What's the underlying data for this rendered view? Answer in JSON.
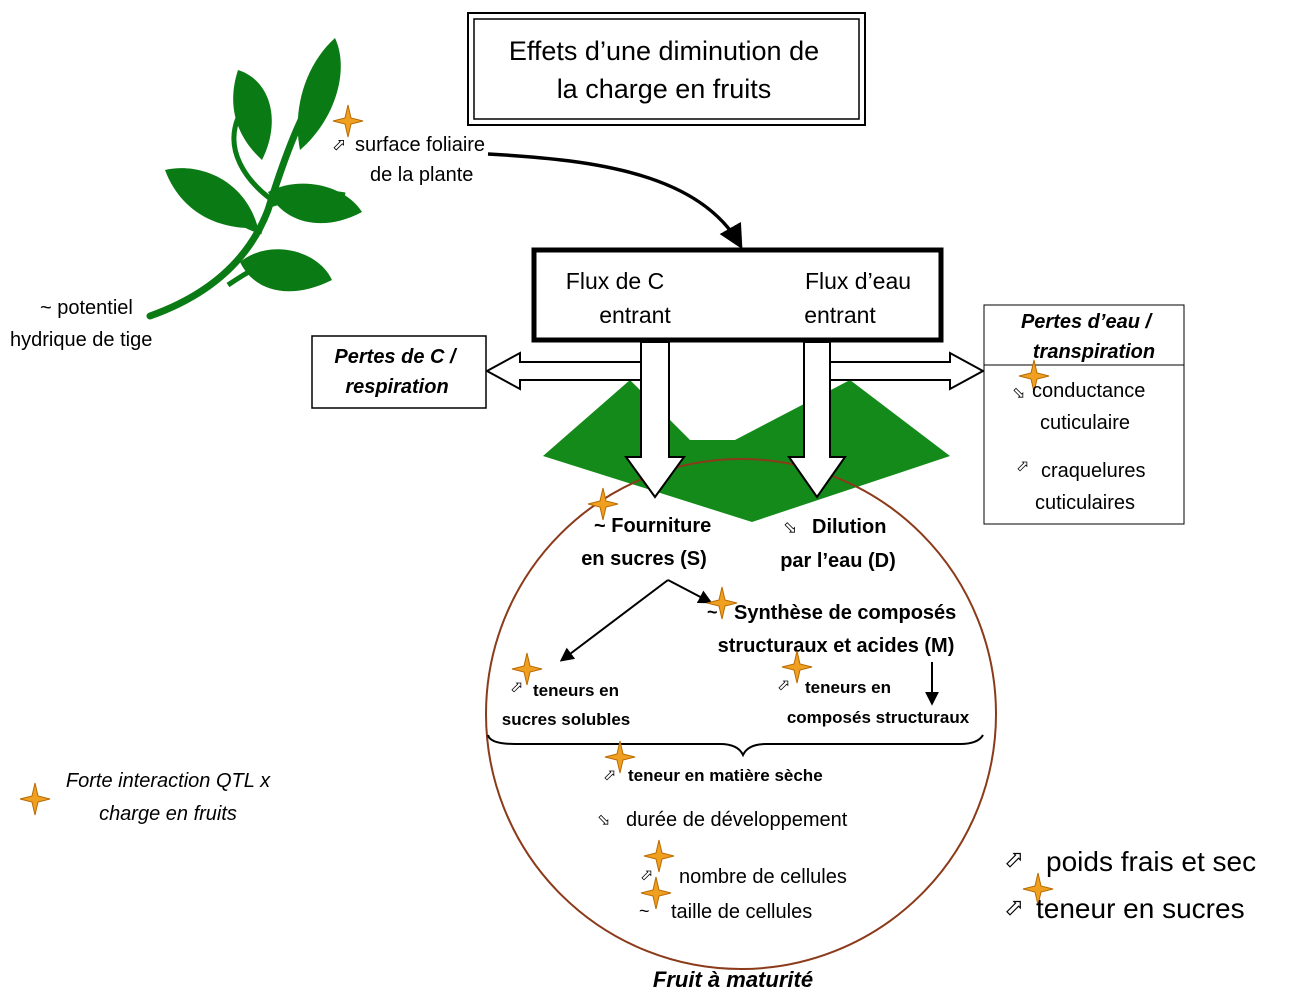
{
  "title": {
    "line1": "Effets d’une diminution de",
    "line2": "la charge en fruits"
  },
  "leaf": {
    "surface_line1": "surface foliaire",
    "surface_line2": "de la plante",
    "potential_line1": "~ potentiel",
    "potential_line2": "hydrique de tige"
  },
  "flux": {
    "c_line1": "Flux de C",
    "c_line2": "entrant",
    "water_line1": "Flux d’eau",
    "water_line2": "entrant"
  },
  "losses_c": {
    "line1": "Pertes de C /",
    "line2": "respiration"
  },
  "losses_water": {
    "line1": "Pertes d’eau /",
    "line2": "transpiration",
    "conductance_line1": "conductance",
    "conductance_line2": "cuticulaire",
    "cracks_line1": "craquelures",
    "cracks_line2": "cuticulaires"
  },
  "fruit": {
    "supply_line1": "~ Fourniture",
    "supply_line2": "en sucres (S)",
    "dilution_line1": "Dilution",
    "dilution_line2": "par l’eau (D)",
    "synthesis_tilde": "~",
    "synthesis_line1": "Synthèse de composés",
    "synthesis_line2": "structuraux et acides (M)",
    "soluble_line1": "teneurs en",
    "soluble_line2": "sucres  solubles",
    "structural_line1": "teneurs en",
    "structural_line2": "composés structuraux",
    "dry_matter": "teneur en matière sèche",
    "duration": "durée de développement",
    "cell_number": "nombre de cellules",
    "cell_size_tilde": "~",
    "cell_size": "taille de cellules",
    "caption": "Fruit à maturité"
  },
  "legend": {
    "line1": "Forte interaction QTL x",
    "line2": "charge en fruits"
  },
  "outcomes": {
    "weight": "poids frais et sec",
    "sugar": "teneur en sucres"
  },
  "symbols": {
    "up": "⬀",
    "down": "⬂"
  },
  "colors": {
    "leaf": "#0a7a14",
    "wedge": "#138a1a",
    "fruit_outline": "#8b3a1a",
    "star": "#f0a020",
    "star_outline": "#b86a00"
  },
  "icons": [
    "star-icon",
    "up-arrow-icon",
    "down-arrow-icon",
    "leaf-icon"
  ]
}
